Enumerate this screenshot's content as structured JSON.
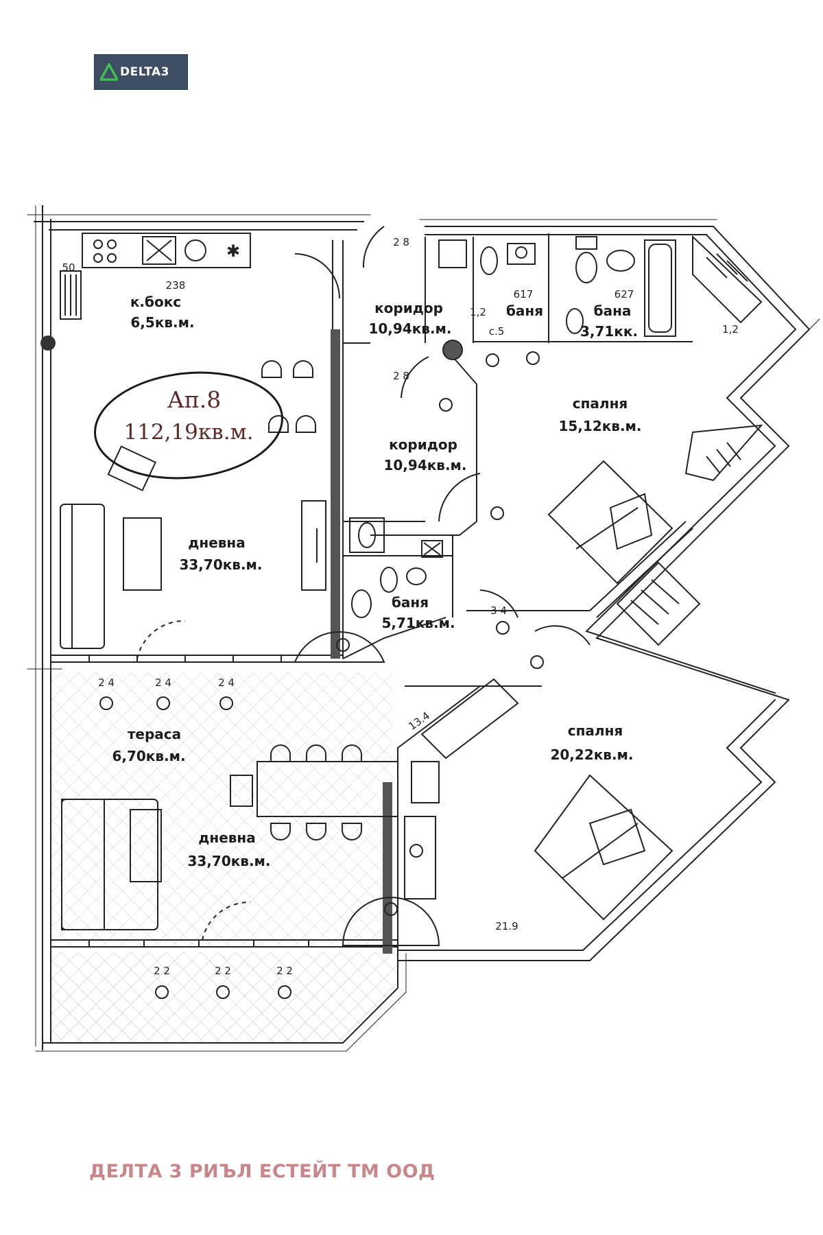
{
  "logo": {
    "text": "DELTA3",
    "accent_color": "#3fbf4f",
    "background_color": "#3f4d62"
  },
  "apartment": {
    "title": "Ап.8",
    "area": "112,19кв.м."
  },
  "rooms": {
    "kitchen": {
      "name": "к.бокс",
      "area": "6,5кв.м."
    },
    "corridor_top": {
      "name": "коридор",
      "area": "10,94кв.м."
    },
    "corridor_mid": {
      "name": "коридор",
      "area": "10,94кв.м."
    },
    "bath_small": {
      "name": "баня",
      "area": ""
    },
    "bath_right": {
      "name": "бана",
      "area": "3,71кк."
    },
    "bedroom_top": {
      "name": "спалня",
      "area": "15,12кв.м."
    },
    "living_top": {
      "name": "дневна",
      "area": "33,70кв.м."
    },
    "bath_mid": {
      "name": "баня",
      "area": "5,71кв.м."
    },
    "terrace": {
      "name": "тераса",
      "area": "6,70кв.м."
    },
    "bedroom_bottom": {
      "name": "спалня",
      "area": "20,22кв.м."
    },
    "living_bottom": {
      "name": "дневна",
      "area": "33,70кв.м."
    }
  },
  "dimensions": {
    "d50": "50",
    "d238": "238",
    "d617": "617",
    "d627": "627",
    "d12a": "1,2",
    "d12b": "1,2",
    "dc5": "c.5",
    "d134": "13.4",
    "d219": "21.9",
    "d28a": "2 8",
    "d28b": "2 8",
    "d34": "3 4",
    "d24a": "2 4",
    "d24b": "2 4",
    "d24c": "2 4",
    "d22a": "2 2",
    "d22b": "2 2",
    "d22c": "2 2"
  },
  "footer": {
    "text": "ДЕЛТА 3 РИЪЛ ЕСТЕЙТ ТМ ООД",
    "color": "#c9868a"
  }
}
